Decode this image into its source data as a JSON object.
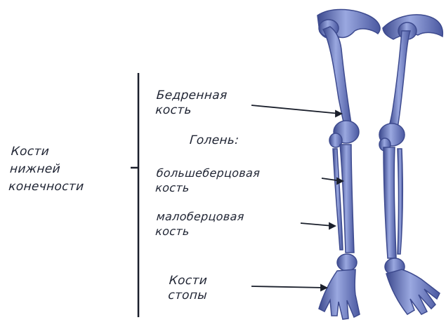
{
  "group_label": [
    "Кости",
    "нижней",
    "конечности"
  ],
  "parts": {
    "femur": [
      "Бедренная",
      "кость"
    ],
    "shin_heading": "Голень:",
    "tibia": [
      "большеберцовая",
      "кость"
    ],
    "fibula": [
      "малоберцовая",
      "кость"
    ],
    "foot": [
      "Кости",
      "стопы"
    ]
  },
  "colors": {
    "text": "#1f2433",
    "bone": "#8a98d4",
    "bone_dark": "#3d4a8e",
    "bone_mid": "#5d6cb2",
    "line": "#1a1f2b"
  }
}
